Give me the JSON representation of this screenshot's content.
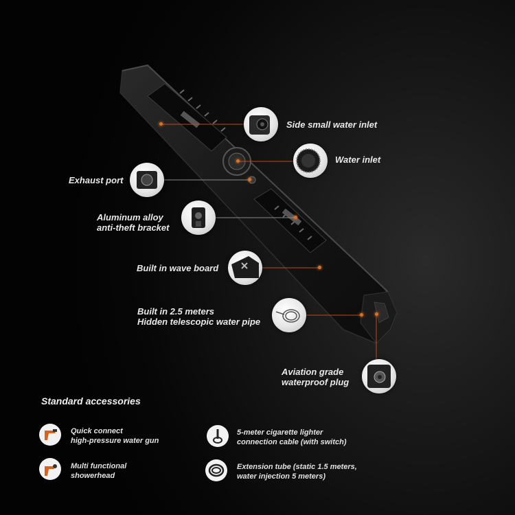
{
  "callouts": {
    "side_inlet": "Side small water inlet",
    "water_inlet": "Water inlet",
    "exhaust": "Exhaust port",
    "bracket_line1": "Aluminum alloy",
    "bracket_line2": "anti-theft bracket",
    "wave_board": "Built in wave board",
    "pipe_line1": "Built in 2.5 meters",
    "pipe_line2": "Hidden telescopic water pipe",
    "plug_line1": "Aviation grade",
    "plug_line2": "waterproof plug"
  },
  "accessories": {
    "title": "Standard accessories",
    "items": [
      {
        "line1": "Quick connect",
        "line2": "high-pressure water gun",
        "icon": "water-gun-icon"
      },
      {
        "line1": "5-meter cigarette lighter",
        "line2": "connection cable (with switch)",
        "icon": "cable-icon"
      },
      {
        "line1": "Multi functional",
        "line2": "showerhead",
        "icon": "showerhead-icon"
      },
      {
        "line1": "Extension tube (static 1.5 meters,",
        "line2": "water injection 5 meters)",
        "icon": "tube-icon"
      }
    ]
  },
  "colors": {
    "accent_dot": "#e07020",
    "leader_line": "#b94f14",
    "body_dark": "#141414"
  }
}
